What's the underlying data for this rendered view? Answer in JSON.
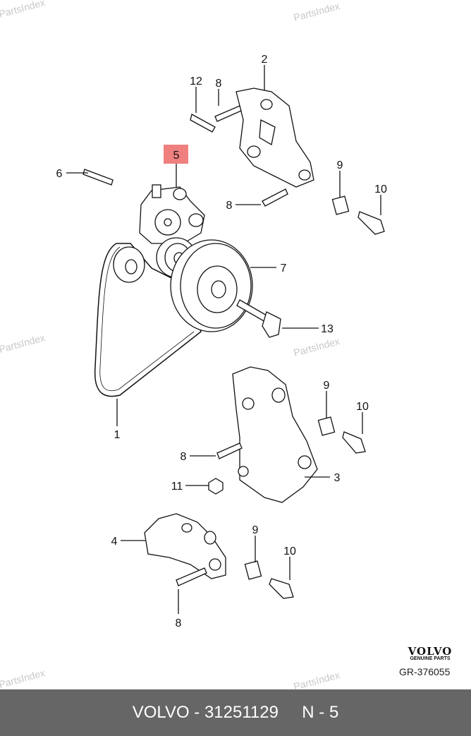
{
  "watermark": "PartsIndex",
  "callouts": [
    {
      "id": "label-2",
      "text": "2"
    },
    {
      "id": "label-12",
      "text": "12"
    },
    {
      "id": "label-8a",
      "text": "8"
    },
    {
      "id": "label-5",
      "text": "5",
      "highlighted": true
    },
    {
      "id": "label-6",
      "text": "6"
    },
    {
      "id": "label-9a",
      "text": "9"
    },
    {
      "id": "label-10a",
      "text": "10"
    },
    {
      "id": "label-8b",
      "text": "8"
    },
    {
      "id": "label-7",
      "text": "7"
    },
    {
      "id": "label-13",
      "text": "13"
    },
    {
      "id": "label-1",
      "text": "1"
    },
    {
      "id": "label-9b",
      "text": "9"
    },
    {
      "id": "label-10b",
      "text": "10"
    },
    {
      "id": "label-8c",
      "text": "8"
    },
    {
      "id": "label-11",
      "text": "11"
    },
    {
      "id": "label-3",
      "text": "3"
    },
    {
      "id": "label-4",
      "text": "4"
    },
    {
      "id": "label-9c",
      "text": "9"
    },
    {
      "id": "label-10c",
      "text": "10"
    },
    {
      "id": "label-8d",
      "text": "8"
    }
  ],
  "highlight_color": "#f08080",
  "logo": {
    "brand": "VOLVO",
    "tagline": "GENUINE PARTS"
  },
  "diagram_code": "GR-376055",
  "footer": {
    "text": "VOLVO - 31251129     N - 5"
  }
}
